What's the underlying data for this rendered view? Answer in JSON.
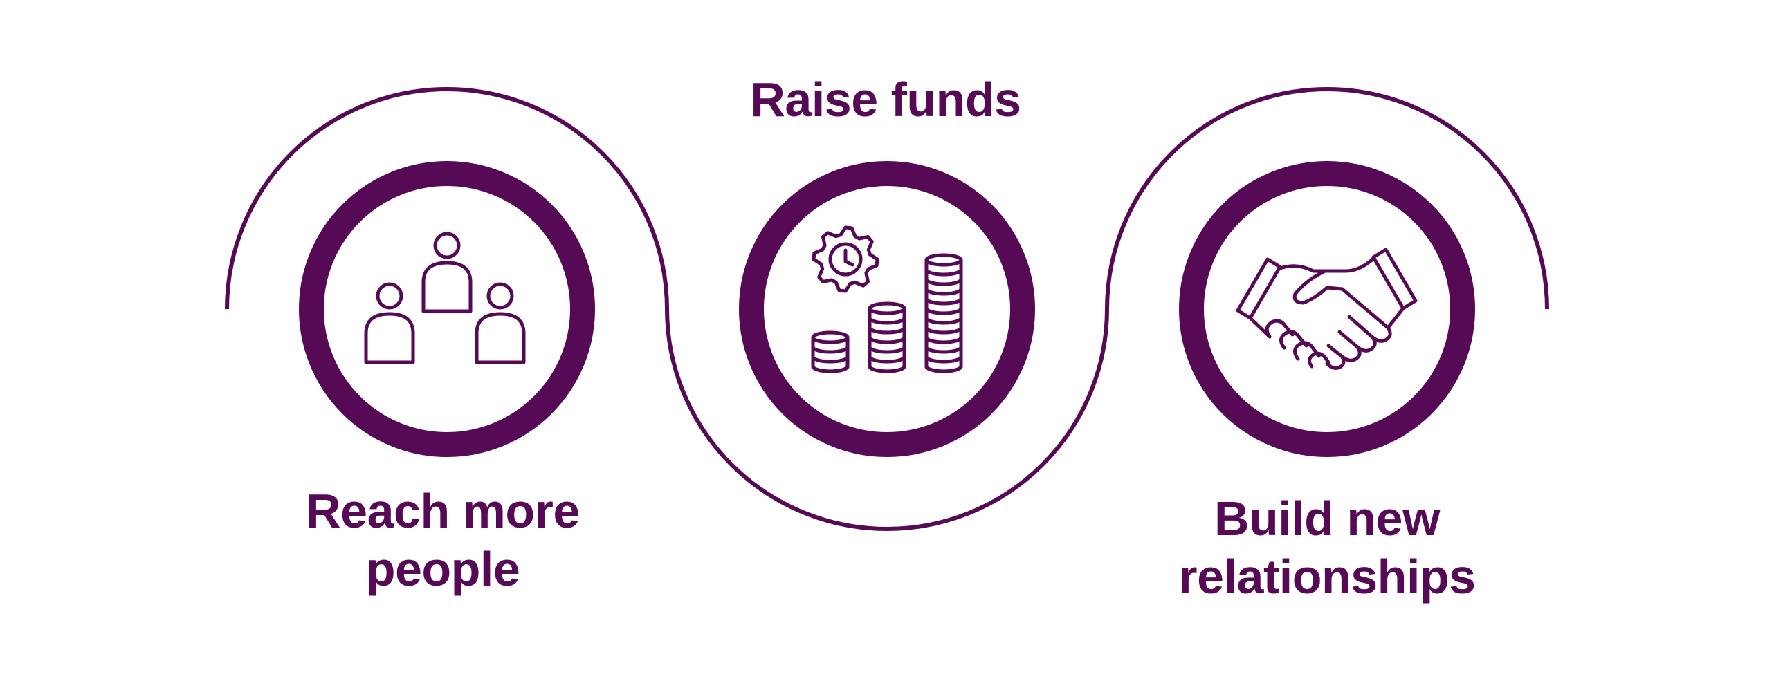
{
  "colors": {
    "primary": "#560a56",
    "background": "#ffffff",
    "circle_fill": "#ffffff"
  },
  "steps": [
    {
      "icon": "people-group-icon",
      "title_line1": "Reach more",
      "title_line2": "people"
    },
    {
      "icon": "coins-gear-icon",
      "title_line1": "Raise funds",
      "title_line2": ""
    },
    {
      "icon": "handshake-icon",
      "title_line1": "Build new",
      "title_line2": "relationships"
    }
  ]
}
